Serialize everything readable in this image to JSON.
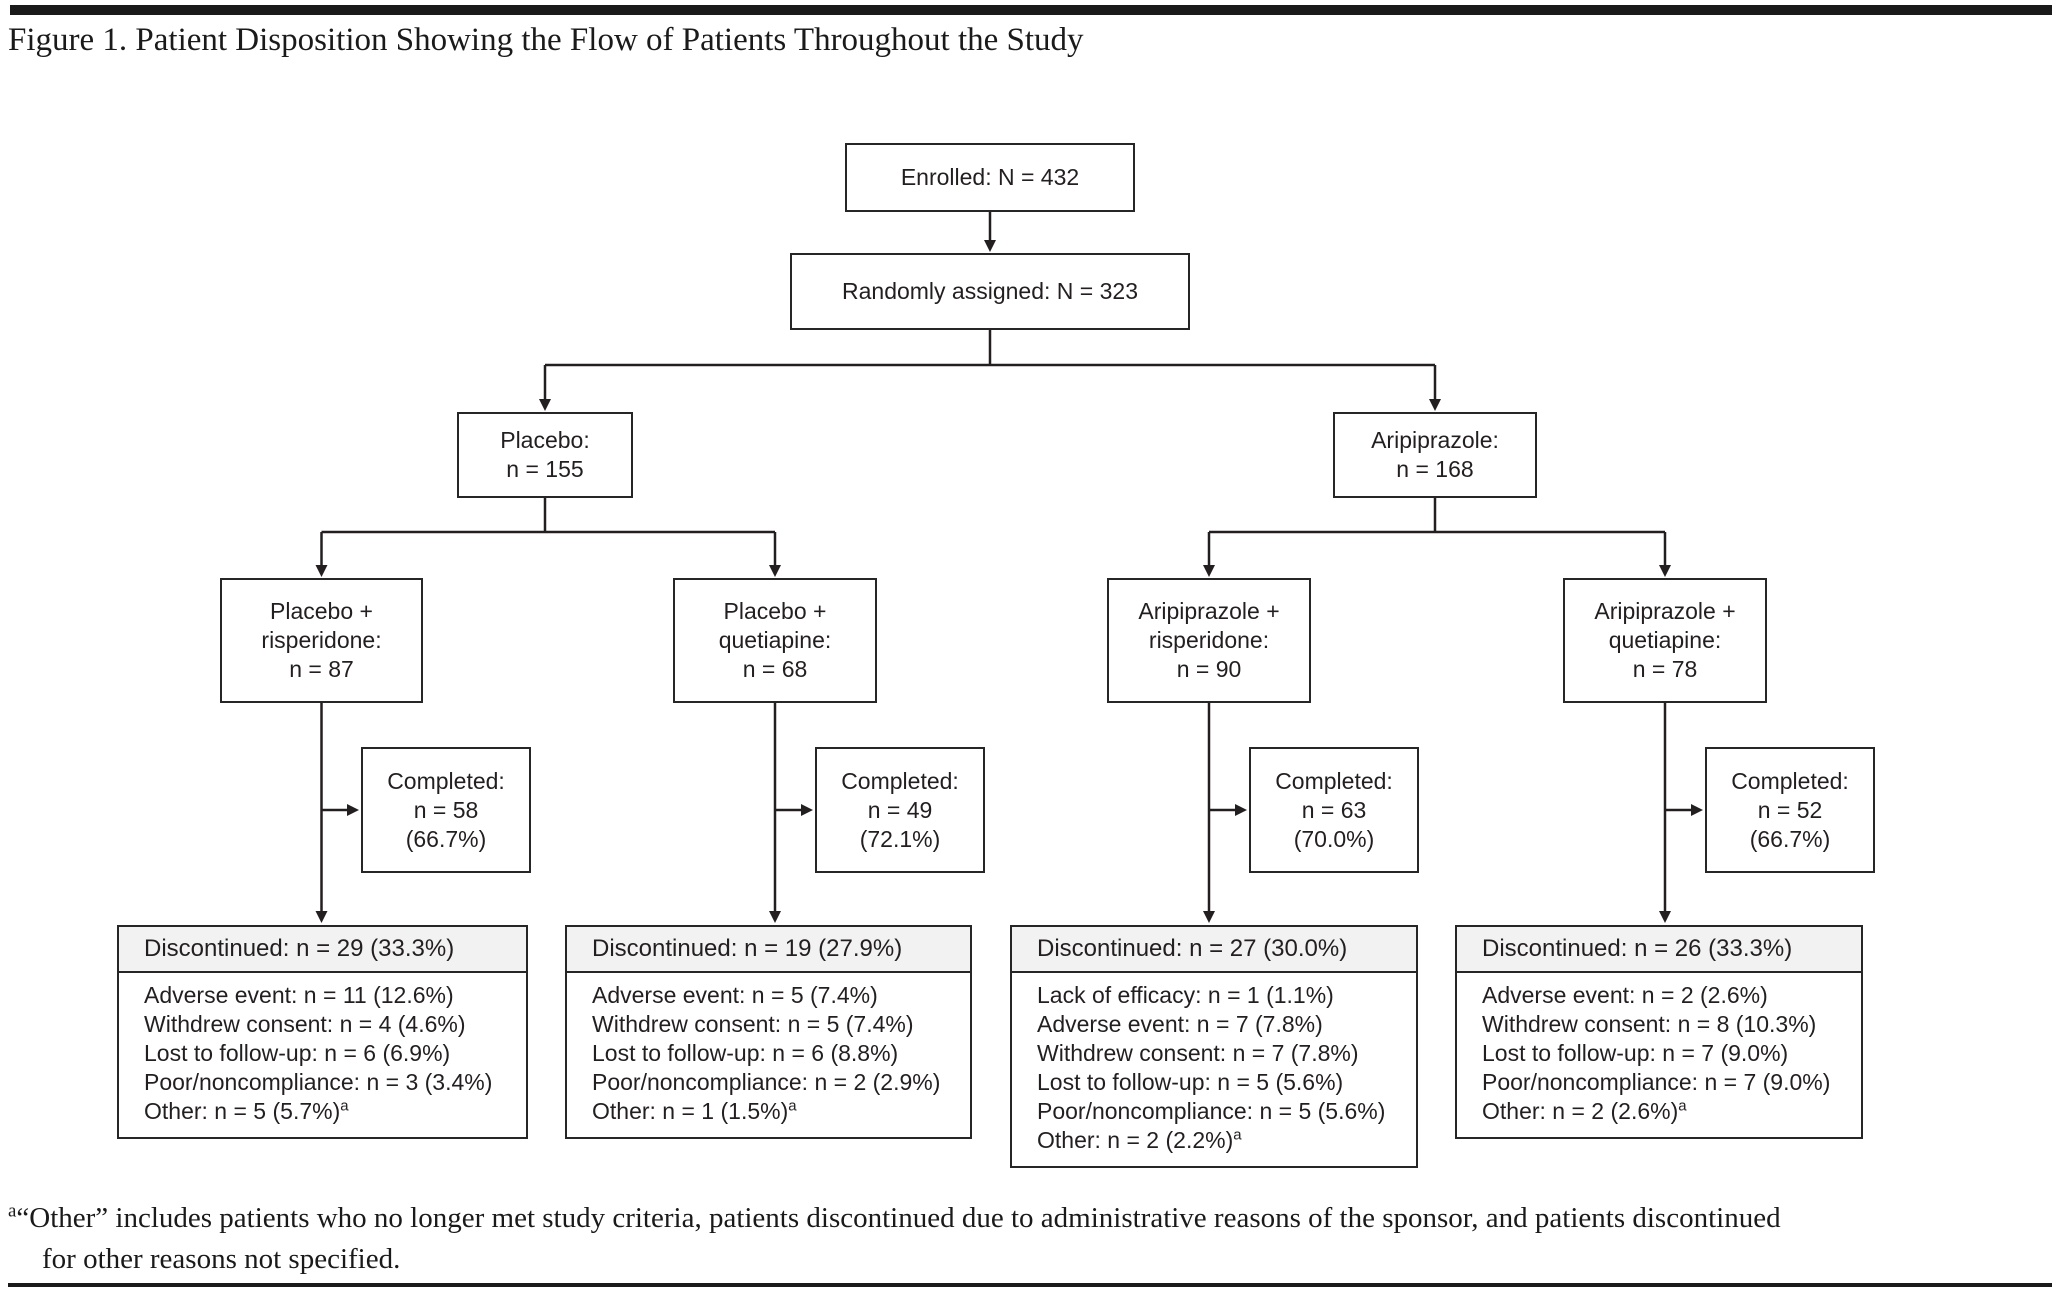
{
  "page": {
    "title": "Figure 1. Patient Disposition Showing the Flow of Patients Throughout the Study"
  },
  "flow": {
    "enrolled": "Enrolled: N = 432",
    "randomized": "Randomly assigned: N = 323",
    "groups": [
      {
        "line1": "Placebo:",
        "line2": "n = 155"
      },
      {
        "line1": "Aripiprazole:",
        "line2": "n = 168"
      }
    ],
    "arms": [
      {
        "line1": "Placebo +",
        "line2": "risperidone:",
        "line3": "n = 87",
        "completed": [
          "Completed:",
          "n = 58",
          "(66.7%)"
        ],
        "discontinued_header": "Discontinued: n = 29 (33.3%)",
        "reasons": [
          {
            "text": "Adverse event: n = 11 (12.6%)"
          },
          {
            "text": "Withdrew consent: n = 4 (4.6%)"
          },
          {
            "text": "Lost to follow-up: n = 6 (6.9%)"
          },
          {
            "text": "Poor/noncompliance: n = 3 (3.4%)"
          },
          {
            "text": "Other: n = 5 (5.7%)",
            "sup": "a"
          }
        ]
      },
      {
        "line1": "Placebo +",
        "line2": "quetiapine:",
        "line3": "n = 68",
        "completed": [
          "Completed:",
          "n = 49",
          "(72.1%)"
        ],
        "discontinued_header": "Discontinued: n = 19 (27.9%)",
        "reasons": [
          {
            "text": "Adverse event: n = 5 (7.4%)"
          },
          {
            "text": "Withdrew consent: n = 5 (7.4%)"
          },
          {
            "text": "Lost to follow-up: n = 6 (8.8%)"
          },
          {
            "text": "Poor/noncompliance: n = 2 (2.9%)"
          },
          {
            "text": "Other: n = 1 (1.5%)",
            "sup": "a"
          }
        ]
      },
      {
        "line1": "Aripiprazole +",
        "line2": "risperidone:",
        "line3": "n = 90",
        "completed": [
          "Completed:",
          "n = 63",
          "(70.0%)"
        ],
        "discontinued_header": "Discontinued: n = 27 (30.0%)",
        "reasons": [
          {
            "text": "Lack of efficacy: n = 1 (1.1%)"
          },
          {
            "text": "Adverse event: n = 7 (7.8%)"
          },
          {
            "text": "Withdrew consent: n = 7 (7.8%)"
          },
          {
            "text": "Lost to follow-up: n = 5 (5.6%)"
          },
          {
            "text": "Poor/noncompliance: n = 5 (5.6%)"
          },
          {
            "text": "Other: n = 2 (2.2%)",
            "sup": "a"
          }
        ]
      },
      {
        "line1": "Aripiprazole +",
        "line2": "quetiapine:",
        "line3": "n = 78",
        "completed": [
          "Completed:",
          "n = 52",
          "(66.7%)"
        ],
        "discontinued_header": "Discontinued: n = 26 (33.3%)",
        "reasons": [
          {
            "text": "Adverse event: n = 2 (2.6%)"
          },
          {
            "text": "Withdrew consent: n = 8 (10.3%)"
          },
          {
            "text": "Lost to follow-up: n = 7 (9.0%)"
          },
          {
            "text": "Poor/noncompliance: n = 7 (9.0%)"
          },
          {
            "text": "Other: n = 2 (2.6%)",
            "sup": "a"
          }
        ]
      }
    ]
  },
  "footnote": {
    "marker": "a",
    "line1": "“Other” includes patients who no longer met study criteria, patients discontinued due to administrative reasons of the sponsor, and patients discontinued",
    "line2": "for other reasons not specified."
  },
  "colors": {
    "line": "#231f20",
    "discontinued_header_bg": "#f2f2f2"
  }
}
